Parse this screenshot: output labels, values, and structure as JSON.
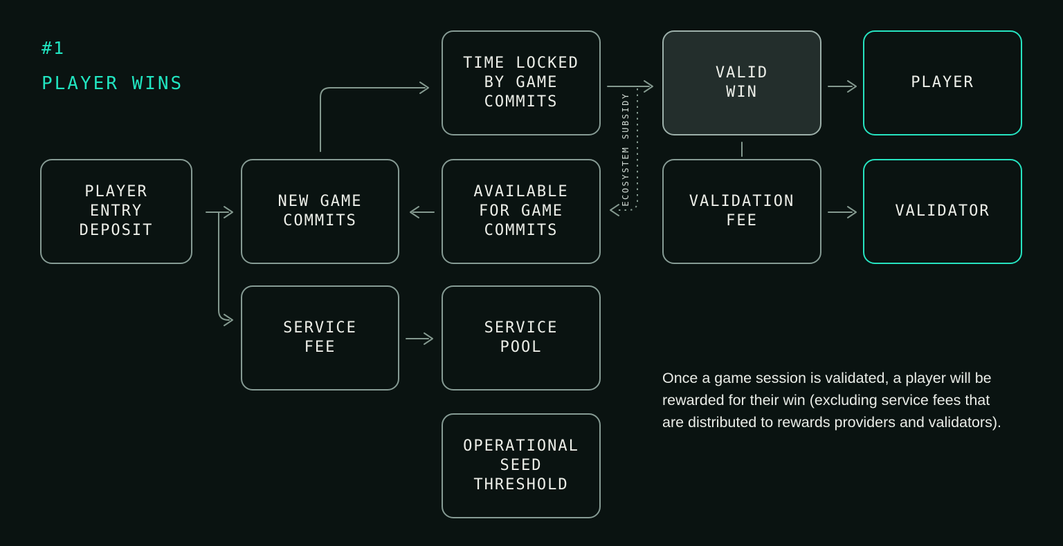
{
  "header": {
    "number": "#1",
    "title": "PLAYER WINS"
  },
  "nodes": {
    "player_entry_deposit": {
      "label": "PLAYER\nENTRY\nDEPOSIT",
      "variant": "default"
    },
    "new_game_commits": {
      "label": "NEW GAME\nCOMMITS",
      "variant": "default"
    },
    "time_locked_by_game_commits": {
      "label": "TIME LOCKED\nBY GAME\nCOMMITS",
      "variant": "default"
    },
    "available_for_game_commits": {
      "label": "AVAILABLE\nFOR GAME\nCOMMITS",
      "variant": "default"
    },
    "service_fee": {
      "label": "SERVICE\nFEE",
      "variant": "default"
    },
    "service_pool": {
      "label": "SERVICE\nPOOL",
      "variant": "default"
    },
    "operational_seed_threshold": {
      "label": "OPERATIONAL\nSEED\nTHRESHOLD",
      "variant": "default"
    },
    "valid_win": {
      "label": "VALID\nWIN",
      "variant": "filled"
    },
    "validation_fee": {
      "label": "VALIDATION\nFEE",
      "variant": "default"
    },
    "player": {
      "label": "PLAYER",
      "variant": "accent"
    },
    "validator": {
      "label": "VALIDATOR",
      "variant": "accent"
    }
  },
  "edges": {
    "ecosystem_subsidy_label": "ECOSYSTEM SUBSIDY",
    "connections": [
      {
        "from": "player_entry_deposit",
        "to": "new_game_commits",
        "style": "solid-arrow"
      },
      {
        "from": "player_entry_deposit",
        "to": "service_fee",
        "style": "solid-arrow"
      },
      {
        "from": "new_game_commits",
        "to": "time_locked_by_game_commits",
        "style": "solid-arrow"
      },
      {
        "from": "available_for_game_commits",
        "to": "new_game_commits",
        "style": "solid-arrow"
      },
      {
        "from": "time_locked_by_game_commits",
        "to": "valid_win",
        "style": "solid-arrow"
      },
      {
        "from": "valid_win",
        "to": "player",
        "style": "solid-arrow"
      },
      {
        "from": "valid_win",
        "to": "validation_fee",
        "style": "plain-line"
      },
      {
        "from": "validation_fee",
        "to": "validator",
        "style": "solid-arrow"
      },
      {
        "from": "service_fee",
        "to": "service_pool",
        "style": "solid-arrow"
      },
      {
        "from": "time_locked_to_valid_win_arrow",
        "to": "available_for_game_commits",
        "style": "dashed-arrow",
        "label": "ECOSYSTEM SUBSIDY"
      }
    ]
  },
  "caption": {
    "text": "Once a game session is validated, a player will be\nrewarded for their win (excluding service fees that\nare distributed to rewards providers and validators)."
  },
  "colors": {
    "background": "#0a1311",
    "accent_teal": "#26e3c0",
    "box_border": "#869b94",
    "filled_box_background": "#232e2c",
    "box_text": "#eceee8",
    "caption_text": "#e9ece7"
  }
}
